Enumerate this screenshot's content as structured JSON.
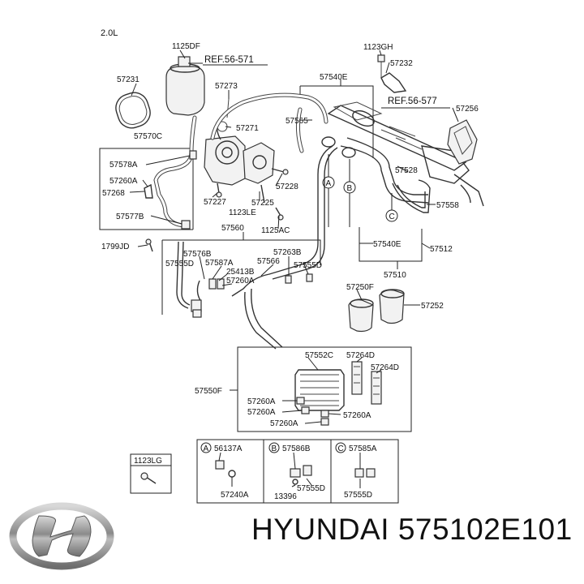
{
  "engine": "2.0L",
  "refs": [
    "REF.56-571",
    "REF.56-577"
  ],
  "labels": {
    "l1125DF": "1125DF",
    "l1123GH": "1123GH",
    "l57232": "57232",
    "l57231": "57231",
    "l57273": "57273",
    "l57540E_top": "57540E",
    "l57256": "57256",
    "l57271": "57271",
    "l57565": "57565",
    "l57570C": "57570C",
    "l57578A": "57578A",
    "l57260A_1": "57260A",
    "l57268": "57268",
    "l57228": "57228",
    "l57528": "57528",
    "l57227": "57227",
    "l57225": "57225",
    "l1123LE": "1123LE",
    "l57558": "57558",
    "l57577B": "57577B",
    "l57560": "57560",
    "l1125AC": "1125AC",
    "l1799JD": "1799JD",
    "l57540E_bot": "57540E",
    "l57512": "57512",
    "l57576B": "57576B",
    "l57263B": "57263B",
    "l57555D_1": "57555D",
    "l57587A": "57587A",
    "l57566": "57566",
    "l57555D_2": "57555D",
    "l25413B": "25413B",
    "l57510": "57510",
    "l57260A_2": "57260A",
    "l57250F": "57250F",
    "l57252": "57252",
    "l57552C": "57552C",
    "l57264D_1": "57264D",
    "l57264D_2": "57264D",
    "l57550F": "57550F",
    "l57260A_3": "57260A",
    "l57260A_4": "57260A",
    "l57260A_5": "57260A",
    "l57260A_6": "57260A",
    "l1123LG": "1123LG",
    "l56137A": "56137A",
    "l57240A": "57240A",
    "l57586B": "57586B",
    "l57555D_3": "57555D",
    "l13396": "13396",
    "l57585A": "57585A",
    "l57555D_4": "57555D"
  },
  "callouts": {
    "a": "A",
    "b": "B",
    "c": "C"
  },
  "footer": {
    "brand": "HYUNDAI",
    "part_number": "575102E101"
  }
}
